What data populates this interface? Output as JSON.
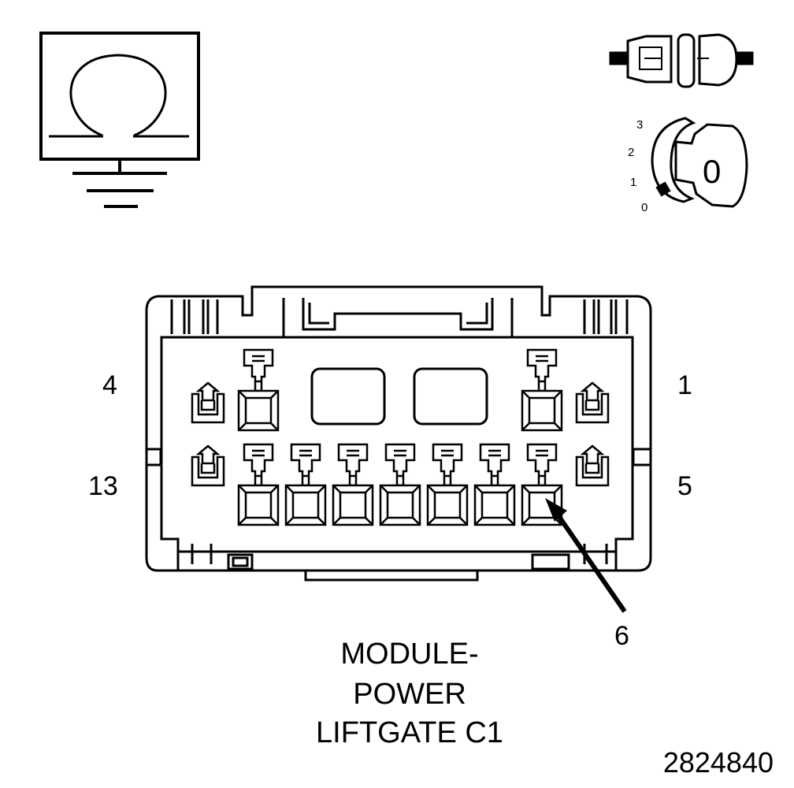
{
  "icons": {
    "ohmmeter": "ohmmeter-ground-icon",
    "connector": "disconnected-connector-icon",
    "ignition": "ignition-key-off-icon"
  },
  "ignition": {
    "positions": [
      "3",
      "2",
      "1",
      "0"
    ],
    "key_label": "0"
  },
  "connector": {
    "pin_labels": {
      "top_left": "4",
      "top_right": "1",
      "bottom_left": "13",
      "bottom_right": "5",
      "callout": "6"
    },
    "title_lines": [
      "MODULE-",
      "POWER",
      "LIFTGATE C1"
    ]
  },
  "figure_number": "2824840",
  "colors": {
    "line": "#000000",
    "background": "#ffffff",
    "shade": "#d9d9d9"
  }
}
